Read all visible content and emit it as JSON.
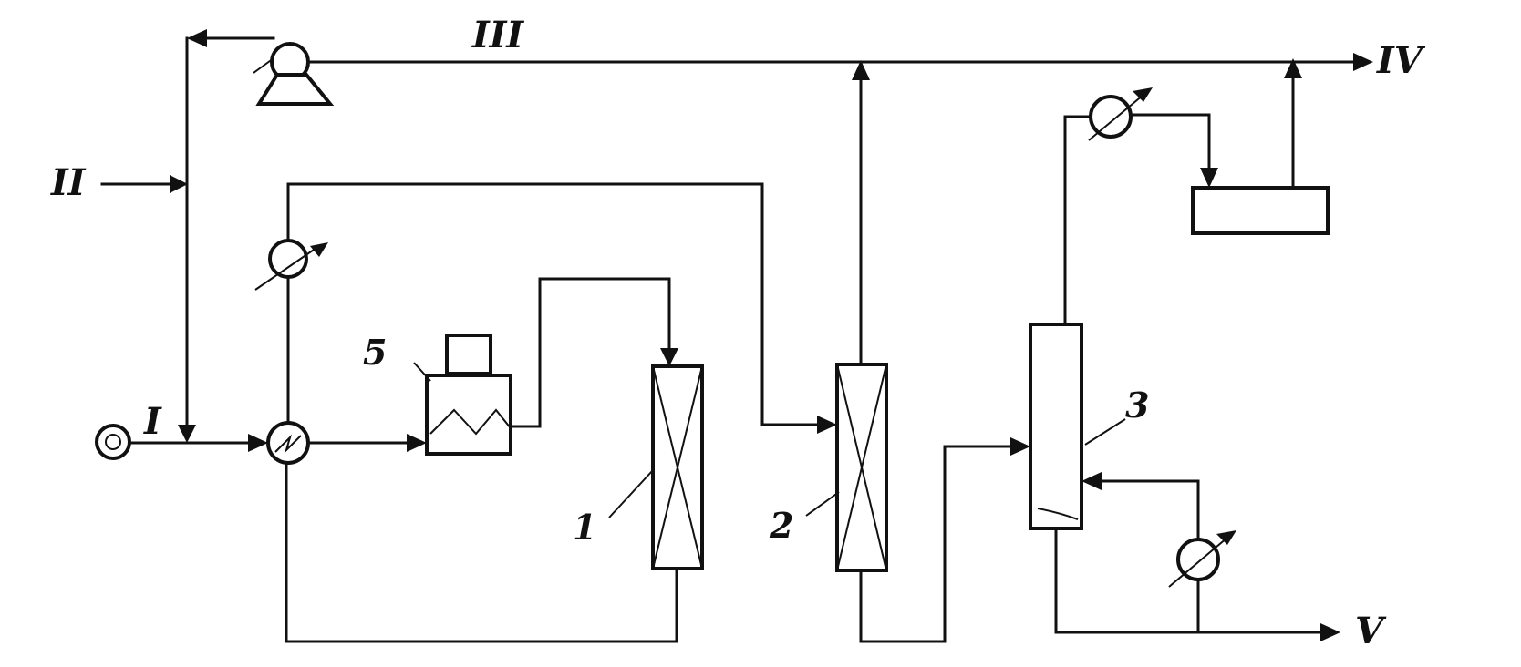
{
  "streams": {
    "feed": "I",
    "makeup": "II",
    "recycle": "III",
    "gas_product": "IV",
    "liquid_product": "V"
  },
  "equipment": {
    "reactor_1": "1",
    "reactor_2": "2",
    "column_3": "3",
    "furnace_5": "5"
  },
  "colors": {
    "line": "#111111",
    "background": "#ffffff"
  }
}
